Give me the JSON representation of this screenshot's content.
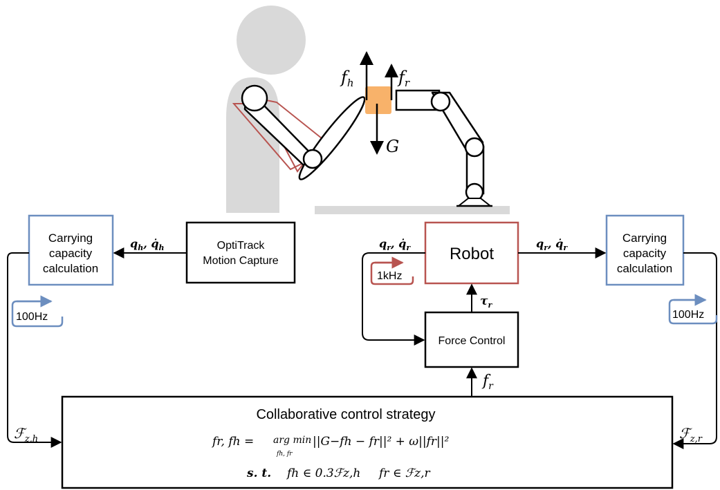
{
  "colors": {
    "human": "#d9d9d9",
    "muscle": "#b85450",
    "object": "#f8b26a",
    "robot_box": "#b85450",
    "calc_box": "#6c8ebf",
    "table": "#d9d9d9",
    "line": "#000000"
  },
  "labels": {
    "fh": "f",
    "fh_sub": "h",
    "fr": "f",
    "fr_sub": "r",
    "G": "G"
  },
  "boxes": {
    "calc_left": [
      "Carrying",
      "capacity",
      "calculation"
    ],
    "optitrack": [
      "OptiTrack",
      "Motion Capture"
    ],
    "robot": "Robot",
    "calc_right": [
      "Carrying",
      "capacity",
      "calculation"
    ],
    "force_control": "Force Control",
    "strategy_title": "Collaborative control strategy"
  },
  "badges": {
    "left_rate": "100Hz",
    "robot_rate": "1kHz",
    "right_rate": "100Hz"
  },
  "signals": {
    "qh": "q",
    "qh_sub": "h",
    "qh_dot": "q̇",
    "qr": "q",
    "qr_sub": "r",
    "qr_dot": "q̇",
    "tau": "τ",
    "tau_sub": "r",
    "fr_sig": "f",
    "fr_sig_sub": "r",
    "Fzh": "ℱ",
    "Fzh_sub": "z,h",
    "Fzr": "ℱ",
    "Fzr_sub": "z,r"
  },
  "equations": {
    "line1_lhs": "fr, fh =",
    "argmin": "arg min",
    "argmin_sub": "fh, fr",
    "line1_body": "||G−fh − fr||²   + ω||fr||²",
    "line2_st": "s. t.",
    "line2_c1": "fh ∈ 0.3ℱz,h",
    "line2_c2": "fr ∈ ℱz,r"
  }
}
